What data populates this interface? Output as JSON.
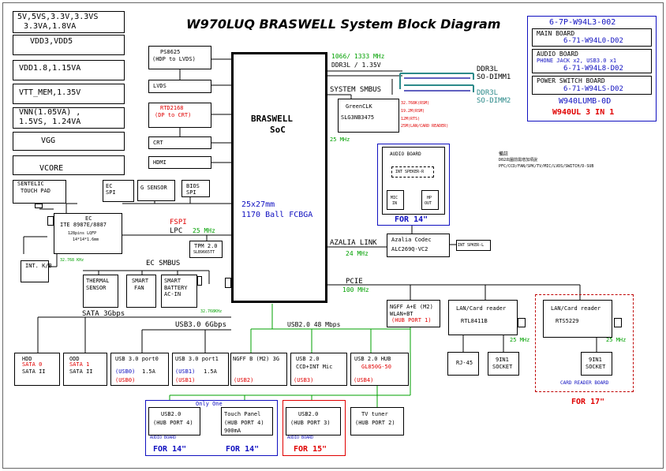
{
  "title": "W970LUQ BRASWELL System Block Diagram",
  "power_rails": [
    "5V,5VS,3.3V,3.3VS",
    "3.3VA,1.8VA",
    "VDD3,VDD5",
    "VDD1.8,1.15VA",
    "VTT_MEM,1.35V",
    "VNN(1.05VA) ,",
    "1.5VS, 1.24VA",
    "VGG",
    "VCORE"
  ],
  "soc": {
    "name1": "BRASWELL",
    "name2": "SoC",
    "pkg1": "25x27mm",
    "pkg2": "1170 Ball FCBGA"
  },
  "ps8625": {
    "line1": "PS8625",
    "line2": "(HDP to LVDS)"
  },
  "lvds": "LVDS",
  "rtd2168": {
    "line1": "RTD2168",
    "line2": "(DP to CRT)"
  },
  "crt": "CRT",
  "hdmi": "HDMI",
  "sentelic": {
    "line1": "SENTELIC",
    "line2": "TOUCH PAD"
  },
  "ec_spi": {
    "line1": "EC",
    "line2": "SPI"
  },
  "gsensor": "G SENSOR",
  "bios_spi": {
    "line1": "BIOS",
    "line2": "SPI"
  },
  "ec": {
    "line1": "EC",
    "line2": "ITE 8987E/8887",
    "line3": "128pins LQFP",
    "line4": "14*14*1.6mm"
  },
  "fspi": "FSPI",
  "lpc": "LPC",
  "lpc_freq": "25 MHz",
  "tpm": {
    "line1": "TPM 2.0",
    "line2": "SLB9665TT"
  },
  "int_kb": "INT. K/B",
  "freq_32768": "32.768 KHz",
  "ec_smbus": "EC SMBUS",
  "thermal": {
    "line1": "THERMAL",
    "line2": "SENSOR"
  },
  "smart_fan": {
    "line1": "SMART",
    "line2": "FAN"
  },
  "smart_battery": {
    "line1": "SMART",
    "line2": "BATTERY",
    "line3": "AC-IN"
  },
  "sata_label": "SATA 3Gbps",
  "freq_32768b": "32.768KHz",
  "hdd": {
    "line1": "HDD",
    "line2": "SATA 0",
    "line3": "SATA II"
  },
  "odd": {
    "line1": "ODD",
    "line2": "SATA 1",
    "line3": "SATA II"
  },
  "usb3_label": "USB3.0 6Gbps",
  "usb2_label": "USB2.0 48 Mbps",
  "usb30_port0": {
    "line1": "USB 3.0 port0",
    "line2": "(USB0)",
    "line3": "1.5A",
    "line4": "(USB0)"
  },
  "usb30_port1": {
    "line1": "USB 3.0 port1",
    "line2": "(USB1)",
    "line3": "1.5A",
    "line4": "(USB1)"
  },
  "ngff_b": {
    "line1": "NGFF B (M2) 3G",
    "line2": "(USB2)"
  },
  "usb20_ccd": {
    "line1": "USB 2.0",
    "line2": "CCD+INT Mic",
    "line3": "(USB3)"
  },
  "usb20_hub": {
    "line1": "USB 2.0  HUB",
    "line2": "GL850G-50",
    "line3": "(USB4)"
  },
  "ddr_freq": {
    "line1": "1066/ 1333 MHz",
    "line2": "DDR3L / 1.35V"
  },
  "dimm1": {
    "line1": "DDR3L",
    "line2": "SO-DIMM1"
  },
  "dimm2": {
    "line1": "DDR3L",
    "line2": "SO-DIMM2"
  },
  "sys_smbus": "SYSTEM SMBUS",
  "clock": {
    "line1": "GreenCLK",
    "line2": "SLG3NB3475",
    "o1": "32.768K(RSM)",
    "o2": "19.2M(RSM)",
    "o3": "12M(RTS)",
    "o4": "25M(LAN/CARD READER)"
  },
  "freq_25mhz": "25 MHz",
  "board_list": {
    "code": "6-7P-W94L3-002",
    "main_lbl": "MAIN BOARD",
    "main_code": "6-71-W94L0-D02",
    "audio_lbl": "AUDIO BOARD",
    "audio_sub": "PHONE JACK x2, USB3.0 x1",
    "audio_code": "6-71-W94L8-D02",
    "power_lbl": "POWER SWITCH BOARD",
    "power_code": "6-71-W94LS-D02",
    "model": "W940LUMB-0D",
    "variant": "W940UL 3 IN 1"
  },
  "audio_board": {
    "label": "AUDIO BOARD",
    "spk": "INT SPEKER-R",
    "mic_in1": "MIC",
    "mic_in2": "IN",
    "hp_out1": "HP",
    "hp_out2": "OUT",
    "for": "FOR 14\""
  },
  "notes": {
    "line1": "備註",
    "line2": "D02出圖前需增加項說",
    "line3": "PFC/CCD/FAN/SPK/TV/MIC/LVDS/SWITCH/D-SUB"
  },
  "azalia": {
    "label": "AZALIA LINK",
    "freq": "24 MHz",
    "codec1": "Azalia Codec",
    "codec2": "ALC269Q-VC2",
    "spk": "INT SPKER-L"
  },
  "pcie": {
    "label": "PCIE",
    "freq": "100 MHz"
  },
  "ngff_a": {
    "line1": "NGFF A+E (M2)",
    "line2": "WLAN+BT",
    "line3": "(HUB PORT 1)"
  },
  "lan1": {
    "line1": "LAN/Card reader",
    "line2": "RTL8411B",
    "freq": "25 MHz"
  },
  "lan2": {
    "line1": "LAN/Card reader",
    "line2": "RTS5229",
    "freq": "25 MHz"
  },
  "rj45": "RJ-45",
  "socket1": {
    "line1": "9IN1",
    "line2": "SOCKET"
  },
  "socket2": {
    "line1": "9IN1",
    "line2": "SOCKET"
  },
  "card_reader_board": "CARD READER  BOARD",
  "for17": "FOR 17\"",
  "only_one": "Only One",
  "hub_usb20_a": {
    "line1": "USB2.0",
    "line2": "(HUB PORT 4)"
  },
  "touch_panel": {
    "line1": "Touch Panel",
    "line2": "(HUB PORT 4)",
    "line3": "900mA"
  },
  "audio_board_lbl": "AUDIO BOARD",
  "for14": "FOR 14\"",
  "hub_usb20_b": {
    "line1": "USB2.0",
    "line2": "(HUB PORT 3)"
  },
  "for15": "FOR 15\"",
  "tv_tuner": {
    "line1": "TV tuner",
    "line2": "(HUB PORT 2)"
  },
  "colors": {
    "green": "#00a000",
    "red": "#e00000",
    "blue": "#1010c0",
    "teal": "#2c8a8a"
  }
}
